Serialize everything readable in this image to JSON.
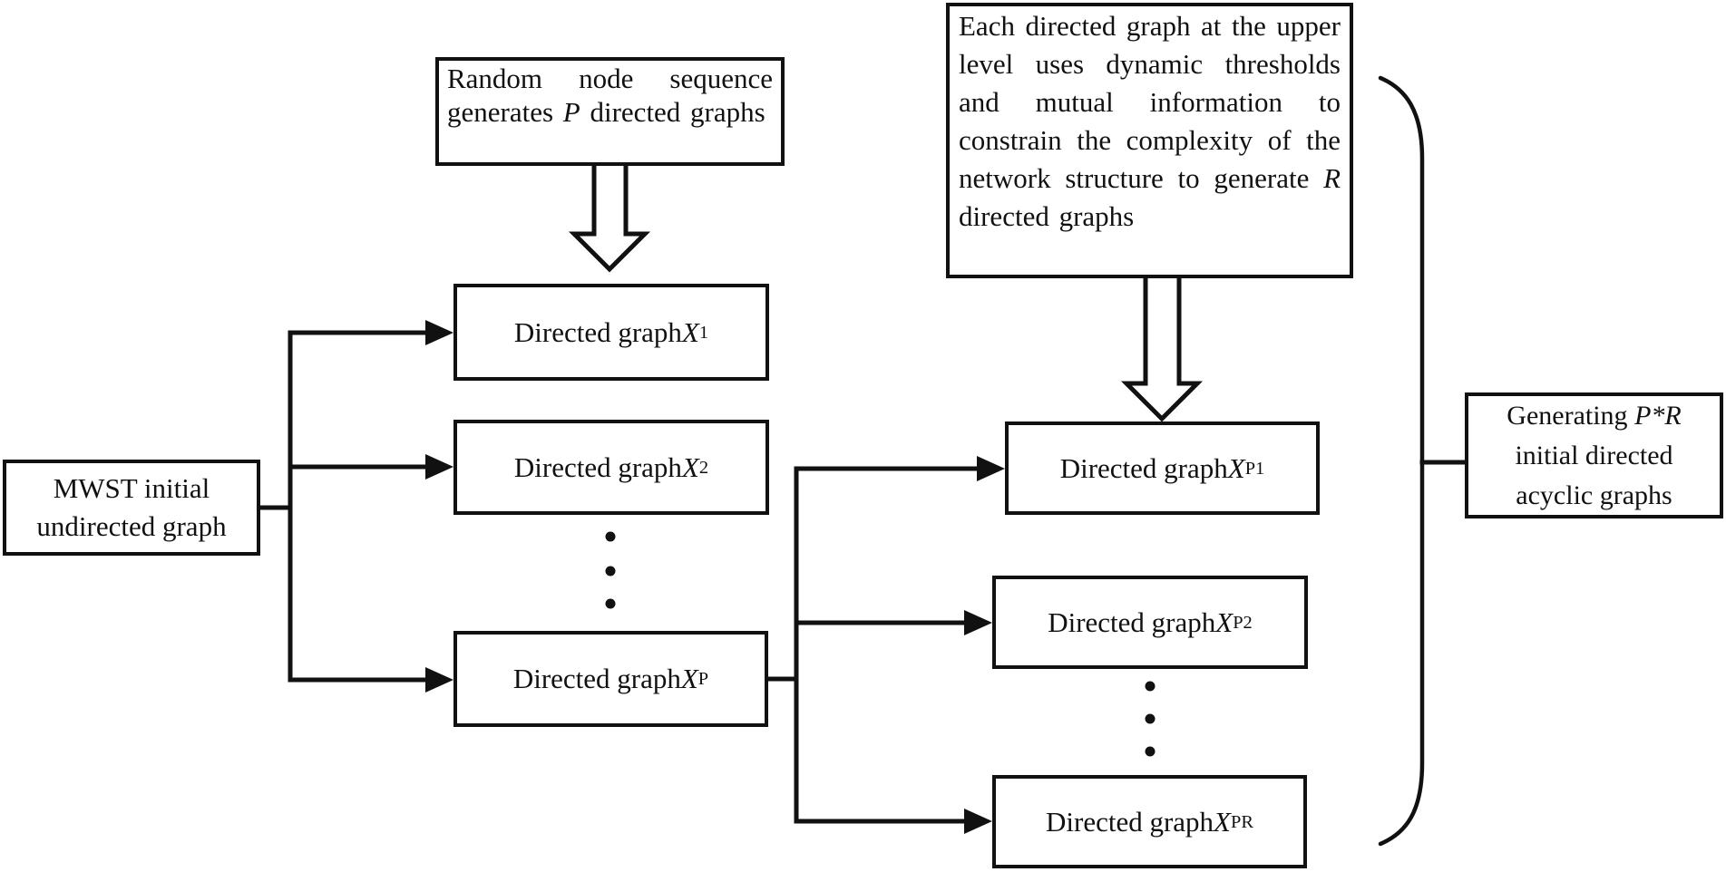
{
  "figure": {
    "background": "#ffffff",
    "line_color": "#111111",
    "boxes": {
      "random_sequence": {
        "text_before": "Random node sequence generates ",
        "var": "P",
        "text_after": " directed graphs"
      },
      "upper_level": {
        "text_before": "Each directed graph at the upper level uses dynamic thresholds and mutual information to constrain the complexity of the network structure to generate ",
        "var": "R",
        "text_after": " directed graphs"
      },
      "mwst": {
        "text": "MWST initial undirected graph"
      },
      "middle": [
        {
          "label": "Directed graph ",
          "var": "X",
          "sub": "1"
        },
        {
          "label": "Directed graph ",
          "var": "X",
          "sub": "2"
        },
        {
          "label": "Directed graph ",
          "var": "X",
          "sub": "P"
        }
      ],
      "right": [
        {
          "label": "Directed graph ",
          "var": "X",
          "sub": "P1"
        },
        {
          "label": "Directed graph ",
          "var": "X",
          "sub": "P2"
        },
        {
          "label": "Directed graph ",
          "var": "X",
          "sub": "PR"
        }
      ],
      "output": {
        "text_before": "Generating ",
        "var": "P*R",
        "text_after": " initial directed acyclic graphs"
      }
    }
  }
}
